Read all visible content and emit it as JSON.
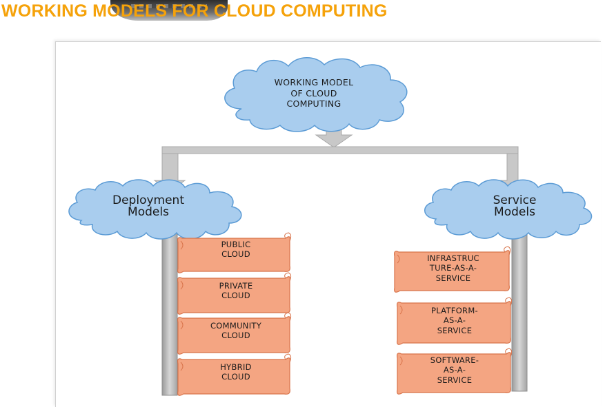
{
  "title": "WORKING MODELS FOR CLOUD COMPUTING",
  "diagram": {
    "root": {
      "lines": [
        "WORKING MODEL",
        "OF CLOUD",
        "COMPUTING"
      ]
    },
    "deployment": {
      "heading": [
        "Deployment",
        "Models"
      ],
      "items": [
        {
          "lines": [
            "PUBLIC",
            "CLOUD"
          ]
        },
        {
          "lines": [
            "PRIVATE",
            "CLOUD"
          ]
        },
        {
          "lines": [
            "COMMUNITY",
            "CLOUD"
          ]
        },
        {
          "lines": [
            "HYBRID",
            "CLOUD"
          ]
        }
      ]
    },
    "service": {
      "heading": [
        "Service",
        "Models"
      ],
      "items": [
        {
          "lines": [
            "INFRASTRUC",
            "TURE-AS-A-",
            "SERVICE"
          ]
        },
        {
          "lines": [
            "PLATFORM-",
            "AS-A-",
            "SERVICE"
          ]
        },
        {
          "lines": [
            "SOFTWARE-",
            "AS-A-",
            "SERVICE"
          ]
        }
      ]
    }
  },
  "colors": {
    "title": "#f5a20a",
    "cloud_fill": "#a9cdee",
    "cloud_stroke": "#5b9bd5",
    "scroll_fill": "#f4a582",
    "scroll_stroke": "#d8734a",
    "connector": "#c4c4c4"
  }
}
